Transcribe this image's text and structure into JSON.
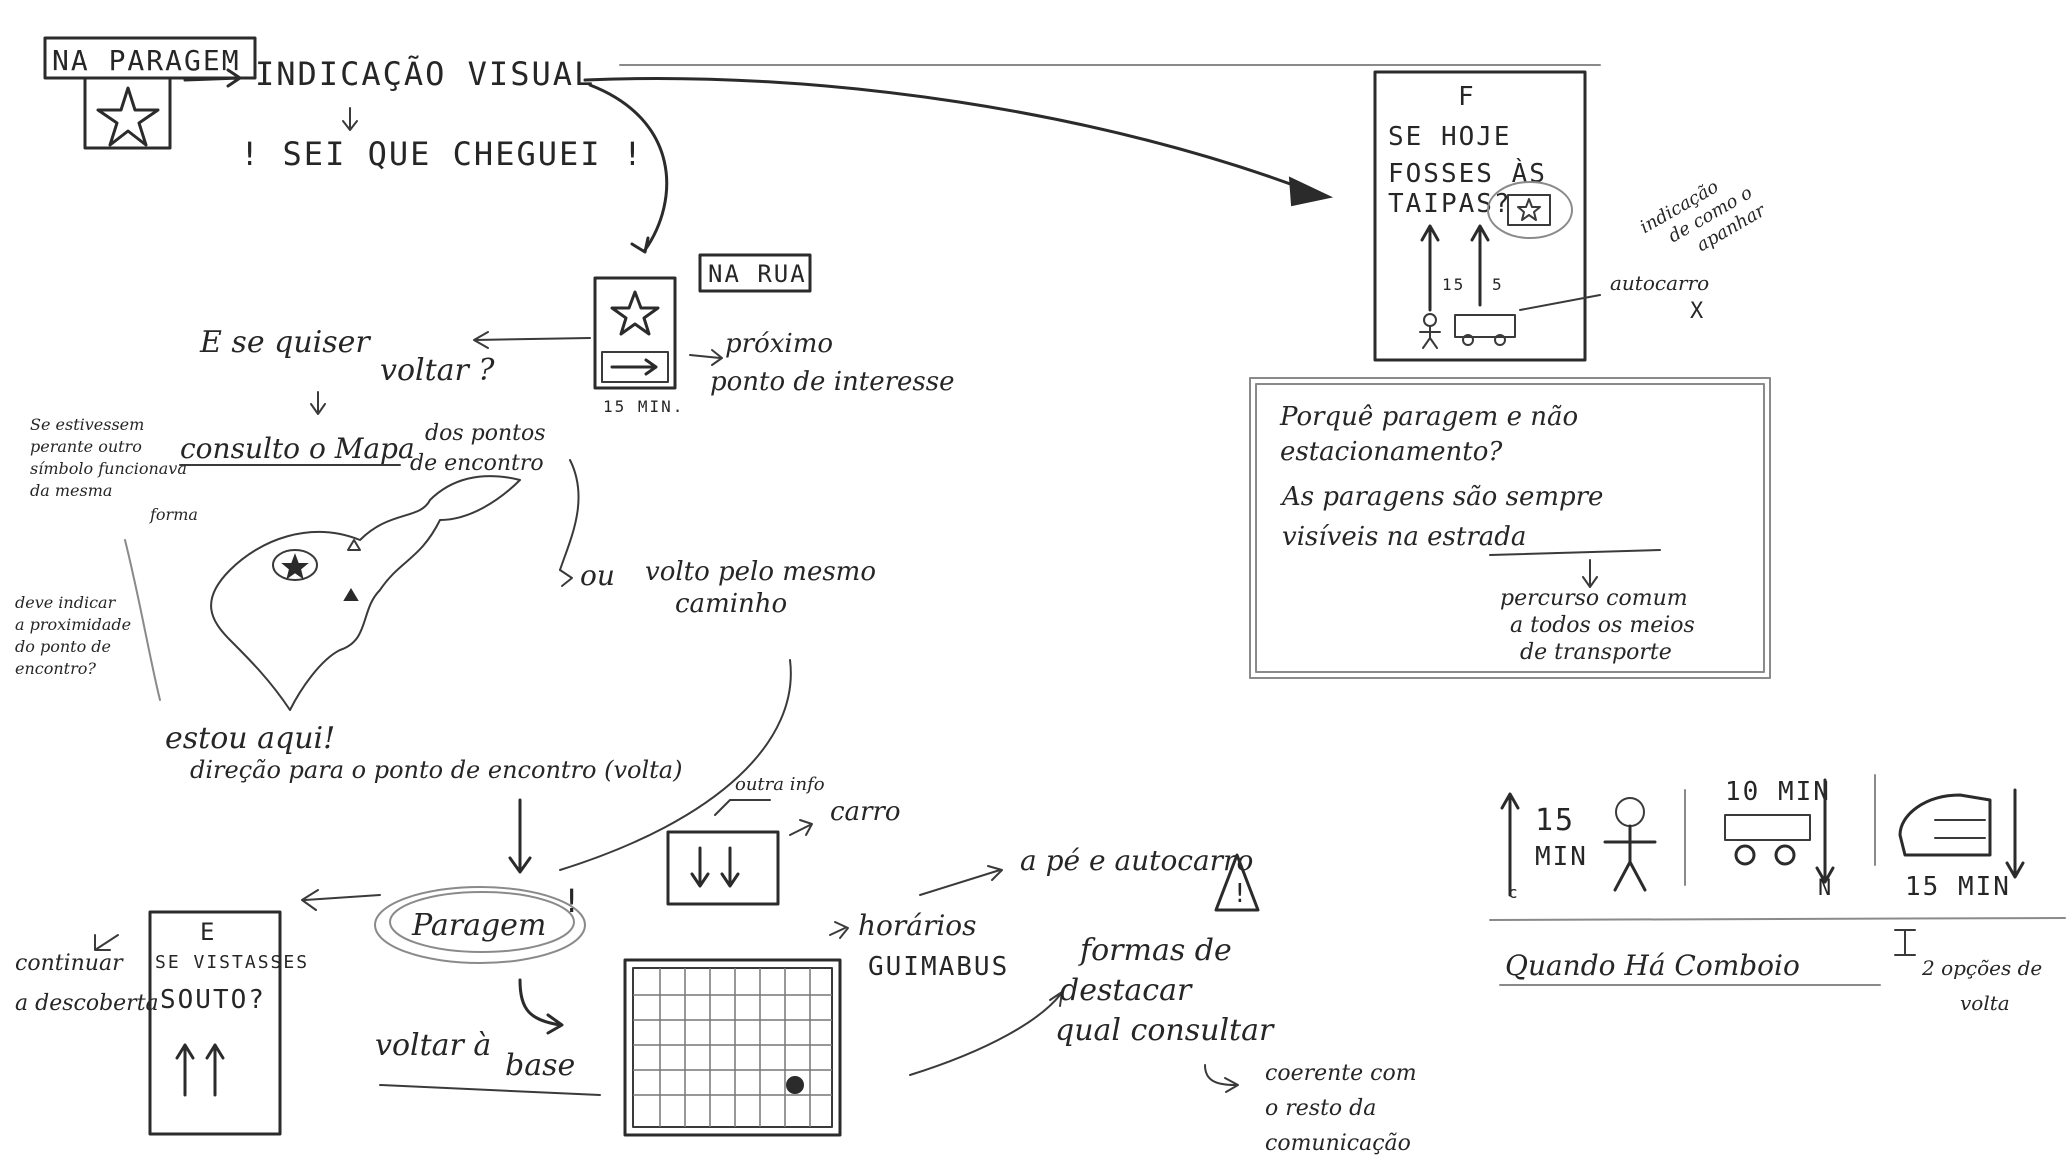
{
  "notes": {
    "na_paragem": "NA PARAGEM",
    "indicacao_visual": "INDICAÇÃO VISUAL",
    "sei_que_cheguei": "! SEI QUE CHEGUEI !",
    "na_rua": "NA RUA",
    "fifteen_min_small": "15 MIN.",
    "proximo": "próximo",
    "ponto_de_interesse": "ponto de interesse",
    "e_se_quiser": "E se quiser",
    "voltar_q": "voltar ?",
    "consulto": "consulto o Mapa",
    "dos_pontos": "dos pontos",
    "de_encontro": "de encontro",
    "side1": "Se estivessem",
    "side2": "perante outro",
    "side3": "símbolo funcionava",
    "side4": "da mesma",
    "side5": "forma",
    "deve1": "deve indicar",
    "deve2": "a proximidade",
    "deve3": "do ponto de",
    "deve4": "encontro?",
    "ou": "ou",
    "volto1": "volto pelo mesmo",
    "volto2": "caminho",
    "estou_aqui": "estou aqui!",
    "direcao": "direção para o ponto de encontro (volta)",
    "continuar1": "continuar",
    "continuar2": "a descoberta",
    "e_vistasses": "E",
    "se_vistasses": "SE VISTASSES",
    "souto": "SOUTO?",
    "paragem": "Paragem",
    "voltar_base_1": "voltar à",
    "voltar_base_2": "base",
    "outra_info": "outra info",
    "carro": "carro",
    "a_pe": "a pé e autocarro",
    "horarios1": "horários",
    "horarios2": "GUIMABUS",
    "formas1": "formas de",
    "formas2": "destacar",
    "formas3": "qual consultar",
    "coerente1": "coerente com",
    "coerente2": "o resto da",
    "coerente3": "comunicação",
    "poster_f": "F",
    "poster_l1": "SE HOJE",
    "poster_l2": "FOSSES ÀS",
    "poster_l3": "TAIPAS?",
    "poster_15": "15",
    "poster_5": "5",
    "indicacao_cor1": "indicação",
    "indicacao_cor2": "de como o",
    "indicacao_cor3": "apanhar",
    "autocarro": "autocarro",
    "x_mark": "X",
    "box_q1": "Porquê paragem e não",
    "box_q2": "estacionamento?",
    "box_a1": "As paragens são sempre",
    "box_a2": "visíveis na estrada",
    "percurso1": "percurso comum",
    "percurso2": "a todos os meios",
    "percurso3": "de transporte",
    "walk_15": "15",
    "walk_min": "MIN",
    "walk_c": "c",
    "car_10": "10 MIN",
    "car_n": "N",
    "train_15": "15 MIN",
    "quando": "Quando Há Comboio",
    "opcoes1": "2 opções de",
    "opcoes2": "volta"
  }
}
